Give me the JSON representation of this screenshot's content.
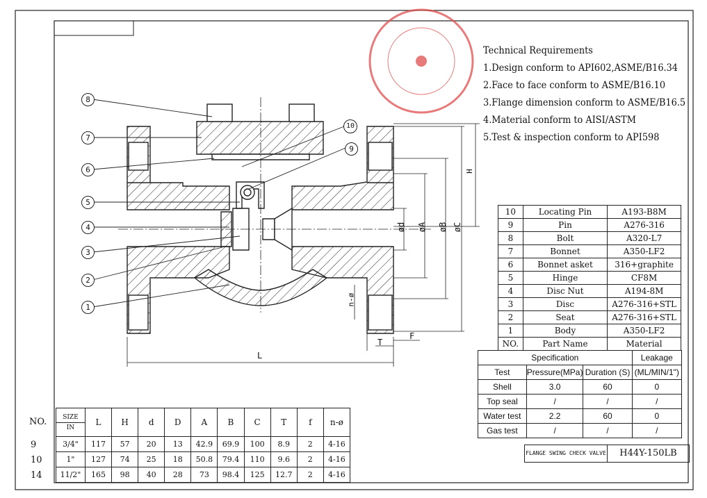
{
  "requirements": {
    "title": "Technical Requirements",
    "items": [
      "1.Design conform to API602,ASME/B16.34",
      "2.Face to face conform to ASME/B16.10",
      "3.Flange dimension conform to ASME/B16.5",
      "4.Material conform to AISI/ASTM",
      "5.Test & inspection conform to API598"
    ]
  },
  "balloons": [
    "8",
    "7",
    "6",
    "5",
    "4",
    "3",
    "2",
    "1",
    "10",
    "9"
  ],
  "dim_labels": {
    "H": "H",
    "d": "ød",
    "A": "øA",
    "B": "øB",
    "C": "øC",
    "n": "n-ø",
    "T": "T",
    "F": "F",
    "L": "L"
  },
  "parts": {
    "header": {
      "no": "NO.",
      "name": "Part Name",
      "material": "Material"
    },
    "rows": [
      {
        "no": "10",
        "name": "Locating Pin",
        "material": "A193-B8M"
      },
      {
        "no": "9",
        "name": "Pin",
        "material": "A276-316"
      },
      {
        "no": "8",
        "name": "Bolt",
        "material": "A320-L7"
      },
      {
        "no": "7",
        "name": "Bonnet",
        "material": "A350-LF2"
      },
      {
        "no": "6",
        "name": "Bonnet asket",
        "material": "316+graphite"
      },
      {
        "no": "5",
        "name": "Hinge",
        "material": "CF8M"
      },
      {
        "no": "4",
        "name": "Disc Nut",
        "material": "A194-8M"
      },
      {
        "no": "3",
        "name": "Disc",
        "material": "A276-316+STL"
      },
      {
        "no": "2",
        "name": "Seat",
        "material": "A276-316+STL"
      },
      {
        "no": "1",
        "name": "Body",
        "material": "A350-LF2"
      }
    ]
  },
  "spec": {
    "title": "Specification",
    "leakage": "Leakage",
    "headers": [
      "Test",
      "Pressure(MPa)",
      "Duration (S)",
      "(ML/MIN/1\")"
    ],
    "rows": [
      [
        "Shell",
        "3.0",
        "60",
        "0"
      ],
      [
        "Top seal",
        "/",
        "/",
        "/"
      ],
      [
        "Water test",
        "2.2",
        "60",
        "0"
      ],
      [
        "Gas test",
        "/",
        "/",
        "/"
      ]
    ]
  },
  "title_block": {
    "name": "FLANGE SWING CHECK VALVE",
    "model": "H44Y-150LB"
  },
  "dims": {
    "no_header": "NO.",
    "size_header": "SIZE",
    "in_header": "IN",
    "columns": [
      "L",
      "H",
      "d",
      "D",
      "A",
      "B",
      "C",
      "T",
      "f",
      "n-ø"
    ],
    "rows": [
      {
        "no": "9",
        "size": "3/4\"",
        "values": [
          "117",
          "57",
          "20",
          "13",
          "42.9",
          "69.9",
          "100",
          "8.9",
          "2",
          "4-16"
        ]
      },
      {
        "no": "10",
        "size": "1\"",
        "values": [
          "127",
          "74",
          "25",
          "18",
          "50.8",
          "79.4",
          "110",
          "9.6",
          "2",
          "4-16"
        ]
      },
      {
        "no": "14",
        "size": "11/2\"",
        "values": [
          "165",
          "98",
          "40",
          "28",
          "73",
          "98.4",
          "125",
          "12.7",
          "2",
          "4-16"
        ]
      }
    ]
  },
  "colors": {
    "line": "#222222",
    "stamp": "#e05050"
  }
}
